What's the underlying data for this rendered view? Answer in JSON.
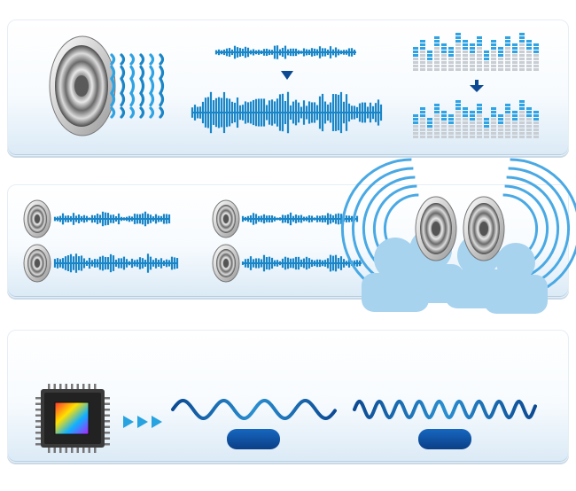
{
  "panels": [
    {
      "id": "volume-boost",
      "items": [
        "speaker-with-sound-waves",
        "small-waveform",
        "arrow-down",
        "large-waveform",
        "equalizer-bars",
        "arrow-down",
        "equalizer-bars-boosted"
      ]
    },
    {
      "id": "stereo-surround",
      "items": [
        "speaker-pair-with-waveforms",
        "speaker-pair-with-waveforms",
        "listeners-with-speakers"
      ]
    },
    {
      "id": "audio-processing",
      "items": [
        "processor-chip",
        "play-arrows",
        "smooth-wave",
        "blue-pill",
        "dense-wave",
        "blue-pill"
      ]
    }
  ],
  "colors": {
    "accent": "#1a86c8",
    "dark_blue": "#0c4a93",
    "light_blue": "#9fd4f3",
    "silhouette": "#a7d3ef",
    "eq_gray": "#c9ced4"
  }
}
